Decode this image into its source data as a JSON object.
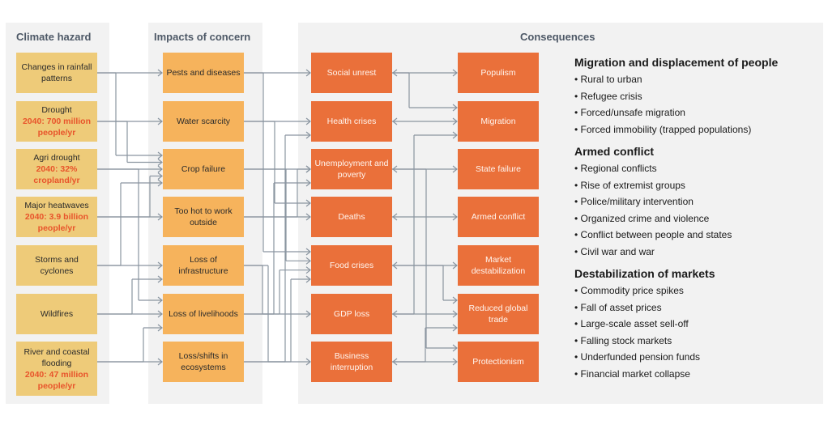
{
  "panels": {
    "hazard_title": "Climate hazard",
    "impact_title": "Impacts of concern",
    "consequence_title": "Consequences"
  },
  "hazards": [
    {
      "label": "Changes in rainfall patterns",
      "stat": ""
    },
    {
      "label": "Drought",
      "stat": "2040: 700 million people/yr"
    },
    {
      "label": "Agri drought",
      "stat": "2040: 32% cropland/yr"
    },
    {
      "label": "Major heatwaves",
      "stat": "2040: 3.9 billion people/yr"
    },
    {
      "label": "Storms and cyclones",
      "stat": ""
    },
    {
      "label": "Wildfires",
      "stat": ""
    },
    {
      "label": "River and coastal flooding",
      "stat": "2040: 47 million people/yr"
    }
  ],
  "impacts": [
    {
      "label": "Pests and diseases"
    },
    {
      "label": "Water scarcity"
    },
    {
      "label": "Crop failure"
    },
    {
      "label": "Too hot to work outside"
    },
    {
      "label": "Loss of infrastructure"
    },
    {
      "label": "Loss of livelihoods"
    },
    {
      "label": "Loss/shifts in ecosystems"
    }
  ],
  "consequences_primary": [
    {
      "label": "Social unrest"
    },
    {
      "label": "Health crises"
    },
    {
      "label": "Unemployment and poverty"
    },
    {
      "label": "Deaths"
    },
    {
      "label": "Food crises"
    },
    {
      "label": "GDP loss"
    },
    {
      "label": "Business interruption"
    }
  ],
  "consequences_secondary": [
    {
      "label": "Populism"
    },
    {
      "label": "Migration"
    },
    {
      "label": "State failure"
    },
    {
      "label": "Armed conflict"
    },
    {
      "label": "Market destabilization"
    },
    {
      "label": "Reduced global trade"
    },
    {
      "label": "Protectionism"
    }
  ],
  "legend": [
    {
      "heading": "Migration and displacement of people",
      "items": [
        "Rural to urban",
        "Refugee crisis",
        "Forced/unsafe migration",
        "Forced immobility (trapped populations)"
      ]
    },
    {
      "heading": "Armed conflict",
      "items": [
        "Regional conflicts",
        "Rise of extremist groups",
        "Police/military intervention",
        "Organized crime and violence",
        "Conflict between people and states",
        "Civil war and war"
      ]
    },
    {
      "heading": "Destabilization of markets",
      "items": [
        "Commodity price spikes",
        "Fall of asset prices",
        "Large-scale asset sell-off",
        "Falling stock markets",
        "Underfunded pension funds",
        "Financial market collapse"
      ]
    }
  ],
  "colors": {
    "hazard_box": "#eecb79",
    "impact_box": "#f6b35c",
    "consequence_box": "#ea703a",
    "stat_text": "#e8542b",
    "connector": "#8a95a0",
    "panel_bg": "#f2f2f2"
  },
  "links": {
    "hazard_to_impact": [
      [
        0,
        0
      ],
      [
        0,
        2
      ],
      [
        1,
        1
      ],
      [
        1,
        2
      ],
      [
        2,
        2
      ],
      [
        2,
        5
      ],
      [
        3,
        3
      ],
      [
        3,
        2
      ],
      [
        4,
        4
      ],
      [
        4,
        2
      ],
      [
        5,
        5
      ],
      [
        5,
        4
      ],
      [
        6,
        6
      ],
      [
        6,
        5
      ]
    ],
    "impact_to_consequence": [
      [
        0,
        0
      ],
      [
        0,
        4
      ],
      [
        1,
        1
      ],
      [
        1,
        3
      ],
      [
        2,
        2
      ],
      [
        2,
        4
      ],
      [
        3,
        3
      ],
      [
        3,
        2
      ],
      [
        4,
        5
      ],
      [
        4,
        6
      ],
      [
        5,
        2
      ],
      [
        5,
        4
      ],
      [
        6,
        1
      ],
      [
        6,
        4
      ]
    ],
    "primary_to_secondary": [
      [
        0,
        0
      ],
      [
        0,
        1
      ],
      [
        1,
        1
      ],
      [
        2,
        2
      ],
      [
        2,
        6
      ],
      [
        3,
        3
      ],
      [
        4,
        4
      ],
      [
        4,
        5
      ],
      [
        5,
        5
      ],
      [
        5,
        1
      ],
      [
        6,
        6
      ],
      [
        6,
        5
      ]
    ]
  }
}
